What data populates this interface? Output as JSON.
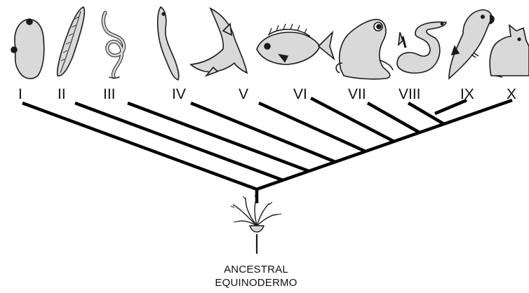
{
  "clade_labels": [
    "I",
    "II",
    "III",
    "IV",
    "V",
    "VI",
    "VII",
    "VIII",
    "IX",
    "X"
  ],
  "organisms": [
    {
      "label": "I",
      "icon": "tunicate-icon"
    },
    {
      "label": "II",
      "icon": "lancelet-icon"
    },
    {
      "label": "III",
      "icon": "hagfish-icon"
    },
    {
      "label": "IV",
      "icon": "lamprey-icon"
    },
    {
      "label": "V",
      "icon": "shark-icon"
    },
    {
      "label": "VI",
      "icon": "bony-fish-icon"
    },
    {
      "label": "VII",
      "icon": "frog-icon"
    },
    {
      "label": "VIII",
      "icon": "snake-icon"
    },
    {
      "label": "IX",
      "icon": "parrot-icon"
    },
    {
      "label": "X",
      "icon": "cat-icon"
    }
  ],
  "root": {
    "label_line1": "ANCESTRAL",
    "label_line2": "EQUINODERMO",
    "icon": "crinoid-icon"
  },
  "colors": {
    "line": "#000000",
    "animal_fill": "#d9d9d9",
    "outline": "#1a1a1a"
  }
}
